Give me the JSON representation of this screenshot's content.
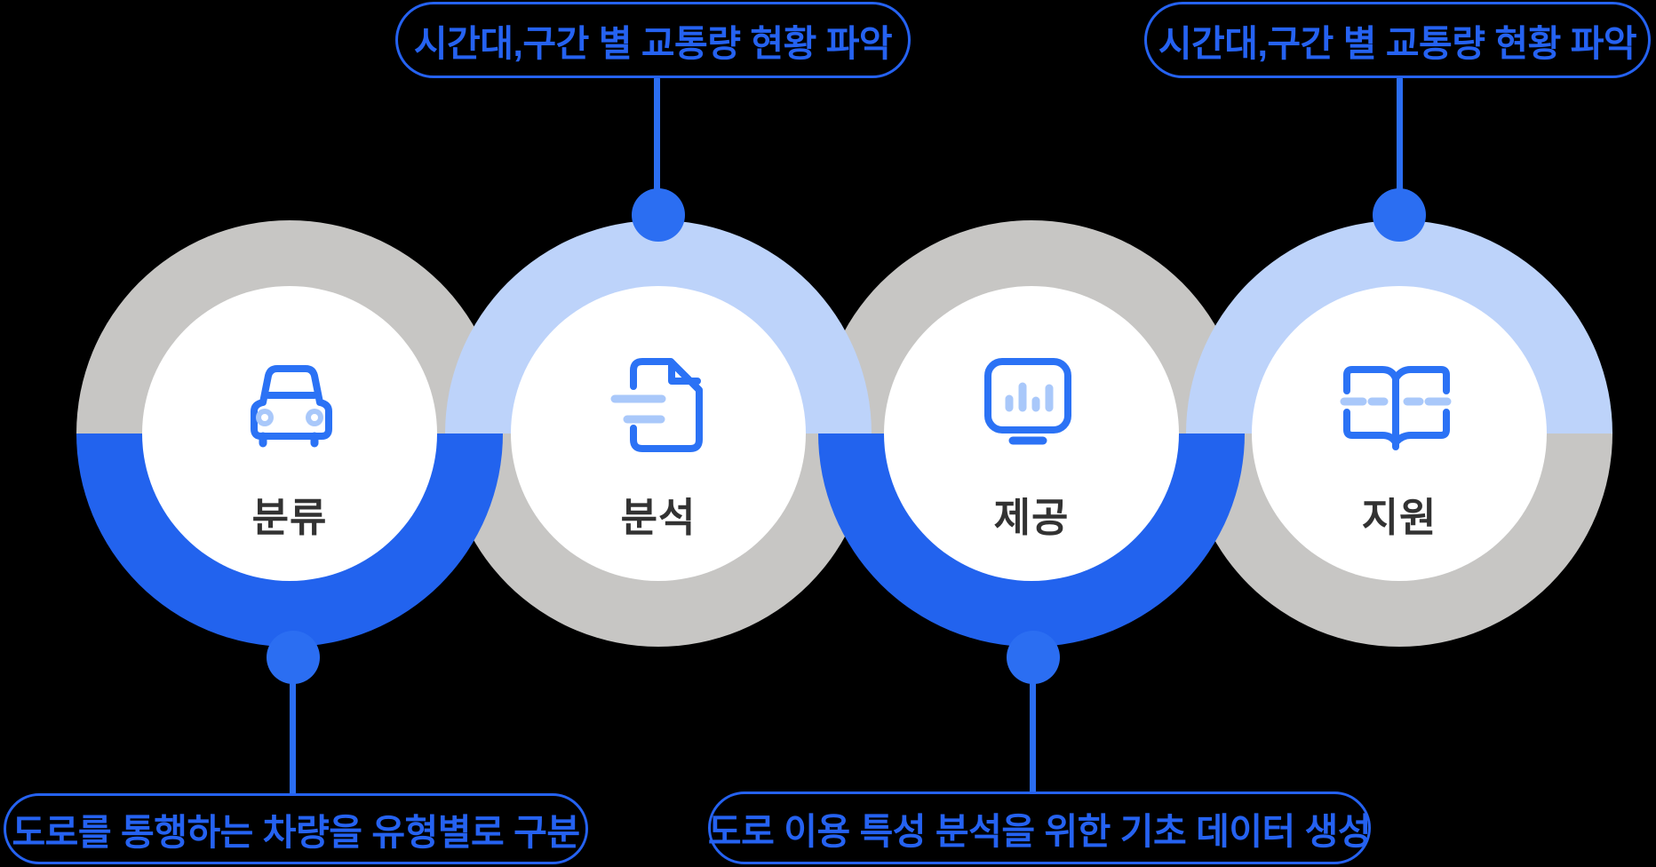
{
  "palette": {
    "background": "#000000",
    "ring_blue": "#2263ee",
    "ring_light_blue": "#bdd3fa",
    "ring_gray": "#c7c6c4",
    "connector_blue": "#2b6ef2",
    "icon_stroke_blue": "#2b72f5",
    "icon_pale_blue": "#a9c8fa",
    "inner_disk_white": "#ffffff",
    "label_color": "#323232",
    "callout_blue": "#2562f1"
  },
  "callouts": {
    "top_left": {
      "text": "시간대,구간 별 교통량 현황 파악"
    },
    "top_right": {
      "text": "시간대,구간 별 교통량 현황 파악"
    },
    "bottom_left": {
      "text": "도로를 통행하는 차량을 유형별로 구분"
    },
    "bottom_center": {
      "text": "도로 이용 특성 분석을 위한 기초 데이터 생성"
    }
  },
  "steps": [
    {
      "label": "분류",
      "icon": "car-icon",
      "top_half": "gray",
      "bottom_half": "blue"
    },
    {
      "label": "분석",
      "icon": "document-icon",
      "top_half": "light-blue",
      "bottom_half": "gray"
    },
    {
      "label": "제공",
      "icon": "monitor-chart-icon",
      "top_half": "gray",
      "bottom_half": "blue"
    },
    {
      "label": "지원",
      "icon": "open-book-icon",
      "top_half": "light-blue",
      "bottom_half": "gray"
    }
  ]
}
